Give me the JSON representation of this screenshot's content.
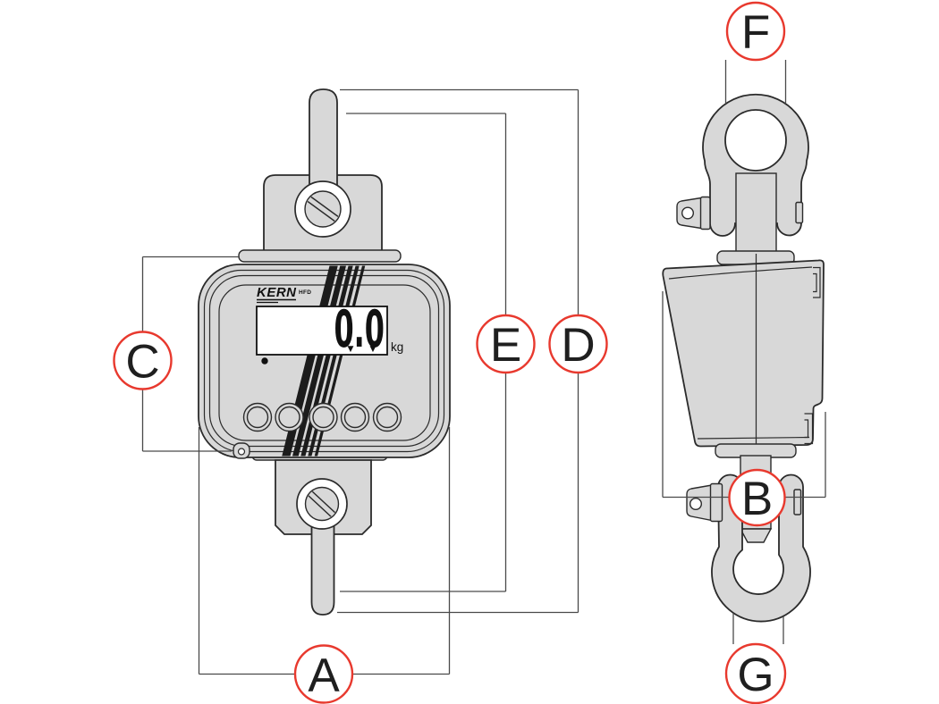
{
  "page": {
    "type": "technical dimension diagram",
    "subject": "crane scale, front and side view with dimension markers",
    "background": "#ffffff"
  },
  "markers": {
    "a": "A",
    "b": "B",
    "c": "C",
    "d": "D",
    "e": "E",
    "f": "F",
    "g": "G"
  },
  "front_view": {
    "brand": "KERN",
    "model": "HFD",
    "display": {
      "value": "0.0",
      "unit": "kg",
      "pointer_left": "▼",
      "pointer_right": "▼"
    },
    "buttons_count": "5"
  },
  "colors": {
    "marker_stroke": "#e8392e",
    "part_fill": "#d8d8d8",
    "outline": "#2b2b2b",
    "dimension_line": "#4a4a4a",
    "stripe": "#1c1c1c",
    "lcd_background": "#ffffff"
  }
}
